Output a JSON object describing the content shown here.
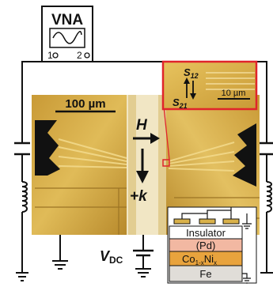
{
  "instrument": {
    "name": "VNA",
    "port1": "1",
    "port2": "2",
    "icon": "sine-wave-icon"
  },
  "micrograph": {
    "scale_bar": "100 µm",
    "field_label": "H",
    "wavevector_label": "+k"
  },
  "inset": {
    "s12": "S",
    "s12_sub": "12",
    "s21": "S",
    "s21_sub": "21",
    "scale_bar": "10 µm",
    "border_color": "#e0242b"
  },
  "bias": {
    "label": "V",
    "label_sub": "DC"
  },
  "stack": {
    "layers": [
      "Insulator",
      "(Pd)",
      "Fe"
    ],
    "alloy": {
      "a": "Co",
      "a_sub": "1-x",
      "b": "Ni",
      "b_sub": "x"
    }
  },
  "colors": {
    "gold": "#d9b14a",
    "gold_dark": "#b98a2a",
    "substrate": "#f1e6c4",
    "pd": "#f2b8a2",
    "alloy": "#e8a33d",
    "fe": "#e0ddd8",
    "insulator": "#ffffff"
  }
}
